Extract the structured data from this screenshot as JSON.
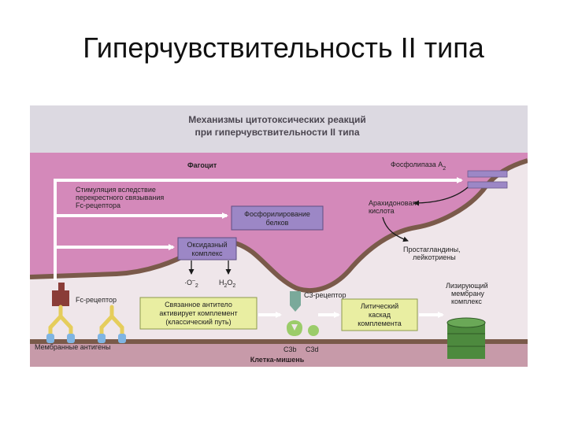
{
  "slide": {
    "title": "Гиперчувствительность II типа"
  },
  "figure": {
    "heading_line1": "Механизмы цитотоксических реакций",
    "heading_line2": "при гиперчувствительности II типа",
    "phagocyte_label": "Фагоцит",
    "phospholipase_label": "Фосфолипаза А",
    "phospholipase_sub": "2",
    "stimulation_line1": "Стимуляция вследствие",
    "stimulation_line2": "перекрестного связывания",
    "stimulation_line3": "Fc-рецептора",
    "phosphorylation_line1": "Фосфорилирование",
    "phosphorylation_line2": "белков",
    "arachidonic_line1": "Арахидоновая",
    "arachidonic_line2": "кислота",
    "oxidase_line1": "Оксидазный",
    "oxidase_line2": "комплекс",
    "prostaglandins_line1": "Простагландины,",
    "prostaglandins_line2": "лейкотриены",
    "superoxide_label": "·O",
    "superoxide_sub": "2",
    "superoxide_sup": "–",
    "peroxide_h": "H",
    "peroxide_sub1": "2",
    "peroxide_o": "O",
    "peroxide_sub2": "2",
    "fc_receptor_label": "Fc-рецептор",
    "antibody_line1": "Связанное антитело",
    "antibody_line2": "активирует комплемент",
    "antibody_line3": "(классический путь)",
    "c3_receptor_label": "С3-рецептор",
    "lytic_line1": "Литический",
    "lytic_line2": "каскад",
    "lytic_line3": "комплемента",
    "lysing_line1": "Лизирующий",
    "lysing_line2": "мембрану",
    "lysing_line3": "комплекс",
    "membrane_antigens_label": "Мембранные антигены",
    "c3b_label": "C3b",
    "c3d_label": "C3d",
    "target_cell_label": "Клетка-мишень"
  },
  "colors": {
    "phagocyte_fill": "#d489ba",
    "membrane": "#7a5a4a",
    "target_cell_fill": "#c79aa9",
    "purple_box": "#9c87c6",
    "yellow_box": "#e9eea2",
    "green_complex": "#4d8a3e",
    "c3_fragments": "#9bcc6a",
    "receptor_red": "#8a3d38",
    "c3_receptor": "#7aa99a",
    "antibody_yellow": "#e5cd5c",
    "antigen_blue": "#7fb4e2"
  }
}
